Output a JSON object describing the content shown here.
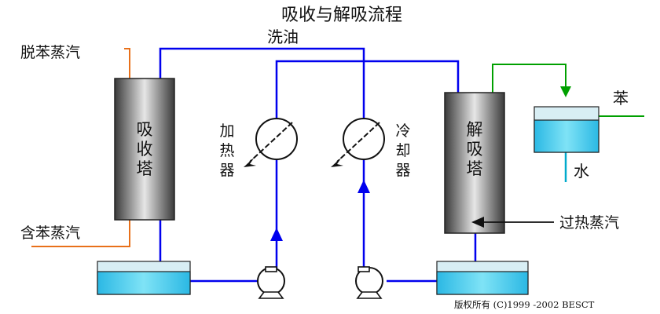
{
  "title": "吸收与解吸流程",
  "labels": {
    "wash_oil": "洗油",
    "debenzolized_vapor": "脱苯蒸汽",
    "benzene_vapor": "含苯蒸汽",
    "heater": [
      "加",
      "热",
      "器"
    ],
    "cooler": [
      "冷",
      "却",
      "器"
    ],
    "benzene": "苯",
    "water": "水",
    "superheated_steam": "过热蒸汽"
  },
  "absorber": {
    "chars": [
      "吸",
      "收",
      "塔"
    ]
  },
  "desorber": {
    "chars": [
      "解",
      "吸",
      "塔"
    ]
  },
  "copyright": "版权所有 (C)1999 -2002 BESCT",
  "colors": {
    "oil_line": "#0000ee",
    "vapor_line": "#e8701a",
    "green_line": "#00a000",
    "water_line": "#00aacc",
    "liquid": "#4fd2ee",
    "tank_top": "#d8eef4",
    "tower_dark": "#3a3a3a",
    "tower_light": "#e6e6e6"
  },
  "icons": [
    "heat-exchanger-icon",
    "pump-icon",
    "flow-arrow-icon"
  ]
}
